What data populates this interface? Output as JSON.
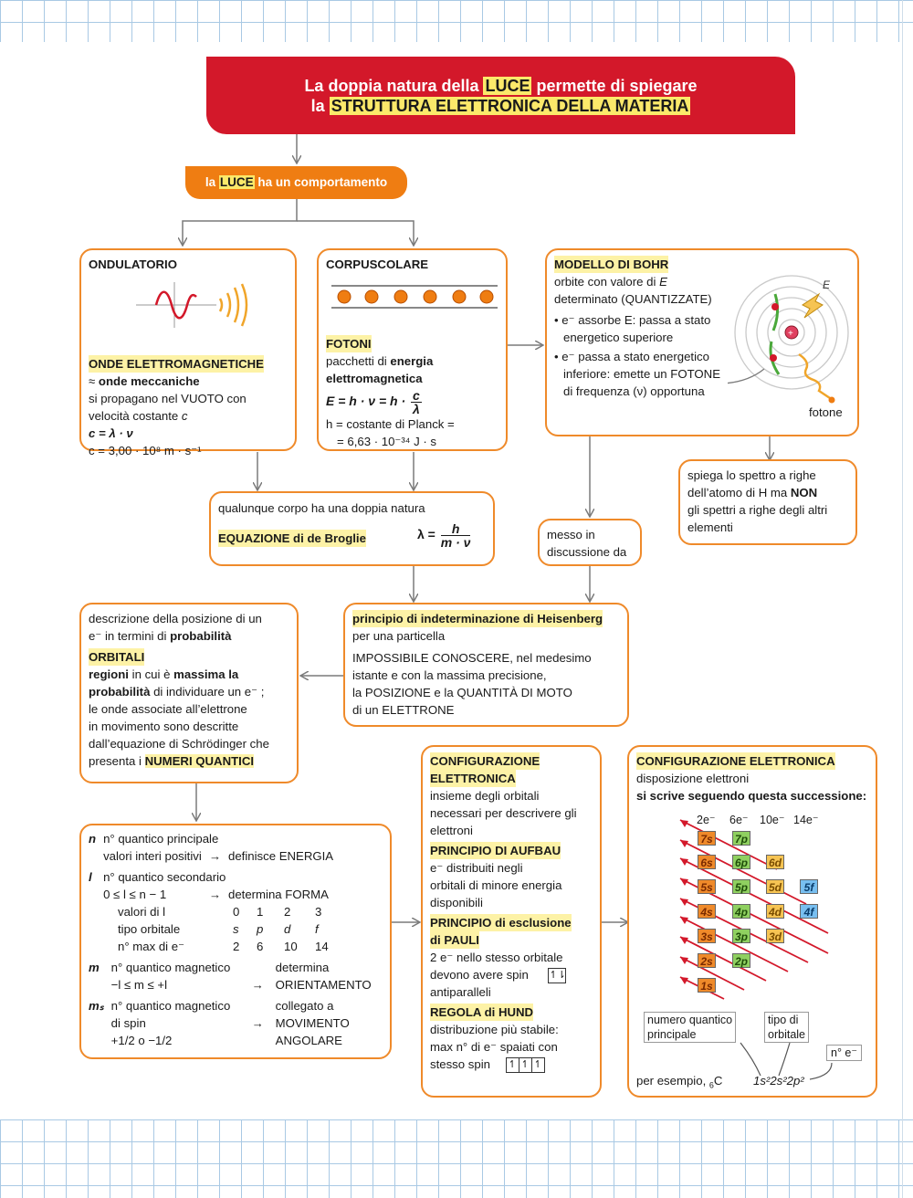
{
  "title": {
    "line1_a": "La doppia natura della",
    "line1_hl": "LUCE",
    "line1_b": "permette di spiegare",
    "line2_a": "la",
    "line2_hl": "STRUTTURA ELETTRONICA DELLA MATERIA"
  },
  "luce_pill": {
    "a": "la",
    "hl": "LUCE",
    "b": "ha un comportamento"
  },
  "ondulatorio": {
    "heading": "ONDULATORIO",
    "subheading": "ONDE ELETTROMAGNETICHE",
    "l1_a": "≈",
    "l1_b": "onde meccaniche",
    "l2": "si propagano nel VUOTO con",
    "l3_a": "velocità costante",
    "l3_b": "c",
    "formula": "c = λ · ν",
    "speed": "c = 3,00 · 10⁸ m · s⁻¹"
  },
  "corpuscolare": {
    "heading": "CORPUSCOLARE",
    "subheading": "FOTONI",
    "l1_a": "pacchetti di",
    "l1_b": "energia",
    "l2": "elettromagnetica",
    "formula_a": "E = h · ν = h ·",
    "formula_num": "c",
    "formula_den": "λ",
    "planck1": "h = costante di Planck =",
    "planck2": "= 6,63 · 10⁻³⁴ J · s"
  },
  "bohr": {
    "heading": "MODELLO DI BOHR",
    "l1_a": "orbite con valore di",
    "l1_b": "E",
    "l2": "determinato (QUANTIZZATE)",
    "b1_1": "• e⁻ assorbe E: passa a stato",
    "b1_2": "energetico superiore",
    "b2_1": "• e⁻ passa a stato energetico",
    "b2_2": "inferiore: emette un FOTONE",
    "b2_3": "di frequenza (ν) opportuna",
    "e_label": "E",
    "photon_label": "fotone"
  },
  "spettro": {
    "l1": "spiega lo spettro a righe",
    "l2_a": "dell’atomo di H ma",
    "l2_b": "NON",
    "l3": "gli spettri a righe degli altri",
    "l4": "elementi"
  },
  "debroglie": {
    "l1": "qualunque corpo ha una doppia natura",
    "heading": "EQUAZIONE di de Broglie",
    "formula_a": "λ =",
    "formula_num": "h",
    "formula_den": "m · ν"
  },
  "messo": {
    "l1": "messo in",
    "l2": "discussione da"
  },
  "heisenberg": {
    "heading": "principio di indeterminazione di Heisenberg",
    "l1": "per una particella",
    "l2": "IMPOSSIBILE CONOSCERE, nel medesimo",
    "l3": "istante e con la massima precisione,",
    "l4": "la POSIZIONE e la QUANTITÀ DI MOTO",
    "l5": "di un ELETTRONE"
  },
  "orbitali": {
    "l1": "descrizione della posizione di un",
    "l2_a": "e⁻ in termini di",
    "l2_b": "probabilità",
    "heading": "ORBITALI",
    "l3_a": "regioni",
    "l3_b": "in cui è",
    "l3_c": "massima la",
    "l4_a": "probabilità",
    "l4_b": "di individuare un e⁻ ;",
    "l5": "le onde associate all’elettrone",
    "l6": "in movimento sono descritte",
    "l7": "dall’equazione di Schrödinger che",
    "l8_a": "presenta i",
    "l8_hl": "NUMERI QUANTICI"
  },
  "numeri": {
    "n_sym": "n",
    "n_1": "n° quantico principale",
    "n_2": "valori interi positivi",
    "n_arrow": "→",
    "n_r": "definisce ENERGIA",
    "l_sym": "l",
    "l_1": "n° quantico secondario",
    "l_2": "0 ≤ l ≤ n − 1",
    "l_arrow": "→",
    "l_r": "determina FORMA",
    "row_val": "valori di l",
    "row_tipo": "tipo orbitale",
    "row_max": "n° max di e⁻",
    "vals": [
      "0",
      "1",
      "2",
      "3"
    ],
    "tipi": [
      "s",
      "p",
      "d",
      "f"
    ],
    "maxe": [
      "2",
      "6",
      "10",
      "14"
    ],
    "m_sym": "m",
    "m_1": "n° quantico magnetico",
    "m_2": "−l ≤ m ≤ +l",
    "m_arrow": "→",
    "m_r1": "determina",
    "m_r2": "ORIENTAMENTO",
    "ms_sym": "mₛ",
    "ms_1": "n° quantico magnetico",
    "ms_2": "di spin",
    "ms_3": "+1/2 o −1/2",
    "ms_arrow": "→",
    "ms_r1": "collegato a",
    "ms_r2": "MOVIMENTO",
    "ms_r3": "ANGOLARE"
  },
  "configurazione": {
    "heading1": "CONFIGURAZIONE",
    "heading2": "ELETTRONICA",
    "l1": "insieme degli orbitali",
    "l2": "necessari per descrivere gli",
    "l3": "elettroni",
    "aufbau_h": "PRINCIPIO DI AUFBAU",
    "aufbau_1": "e⁻ distribuiti negli",
    "aufbau_2": "orbitali di minore energia",
    "aufbau_3": "disponibili",
    "pauli_h1": "PRINCIPIO di esclusione",
    "pauli_h2": "di PAULI",
    "pauli_1": "2 e⁻ nello stesso orbitale",
    "pauli_2": "devono avere spin",
    "pauli_3": "antiparalleli",
    "pauli_spin": "↿⇂",
    "hund_h": "REGOLA di HUND",
    "hund_1": "distribuzione più stabile:",
    "hund_2": "max n° di e⁻ spaiati con",
    "hund_3": "stesso spin",
    "hund_spins": [
      "↿",
      "↿",
      "↿"
    ]
  },
  "successione": {
    "heading": "CONFIGURAZIONE ELETTRONICA",
    "l1": "disposizione elettroni",
    "l2": "si scrive seguendo questa successione:",
    "col_heads": [
      "2e⁻",
      "6e⁻",
      "10e⁻",
      "14e⁻"
    ],
    "orbitals_s": [
      "7s",
      "6s",
      "5s",
      "4s",
      "3s",
      "2s",
      "1s"
    ],
    "orbitals_p": [
      "7p",
      "6p",
      "5p",
      "4p",
      "3p",
      "2p"
    ],
    "orbitals_d": [
      "6d",
      "5d",
      "4d",
      "3d"
    ],
    "orbitals_f": [
      "5f",
      "4f"
    ],
    "label_nq1": "numero quantico",
    "label_nq2": "principale",
    "label_to1": "tipo di",
    "label_to2": "orbitale",
    "label_ne": "n° e⁻",
    "example_a": "per esempio,",
    "example_sub": "6",
    "example_el": "C",
    "example_conf": "1s²2s²2p²"
  },
  "colors": {
    "banner": "#d3182a",
    "pill": "#ef7d12",
    "border": "#ef8a2a",
    "highlight": "#fdf2a6"
  }
}
